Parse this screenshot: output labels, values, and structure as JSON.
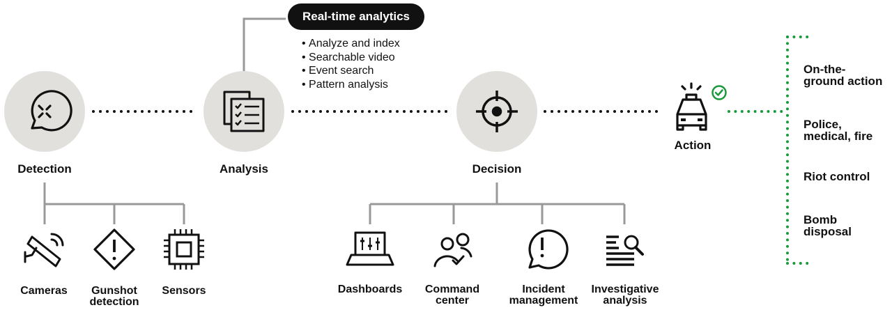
{
  "stages": {
    "detection": "Detection",
    "analysis": "Analysis",
    "decision": "Decision",
    "action": "Action"
  },
  "analytics": {
    "title": "Real-time analytics",
    "bullets": [
      "Analyze and index",
      "Searchable video",
      "Event search",
      "Pattern analysis"
    ]
  },
  "detection_items": [
    {
      "line1": "Cameras",
      "line2": "",
      "icon": "camera-icon"
    },
    {
      "line1": "Gunshot",
      "line2": "detection",
      "icon": "warning-diamond-icon"
    },
    {
      "line1": "Sensors",
      "line2": "",
      "icon": "chip-icon"
    }
  ],
  "decision_items": [
    {
      "line1": "Dashboards",
      "line2": "",
      "icon": "dashboard-laptop-icon"
    },
    {
      "line1": "Command",
      "line2": "center",
      "icon": "people-check-icon"
    },
    {
      "line1": "Incident",
      "line2": "management",
      "icon": "alert-bubble-icon"
    },
    {
      "line1": "Investigative",
      "line2": "analysis",
      "icon": "search-document-icon"
    }
  ],
  "outcomes": [
    {
      "line1": "On-the-",
      "line2": "ground action"
    },
    {
      "line1": "Police,",
      "line2": "medical, fire"
    },
    {
      "line1": "Riot control",
      "line2": ""
    },
    {
      "line1": "Bomb",
      "line2": "disposal"
    }
  ],
  "colors": {
    "circle_fill": "#e2e0dd",
    "connector": "#999999",
    "dots": "#111111",
    "accent_green": "#1a9a3b"
  }
}
